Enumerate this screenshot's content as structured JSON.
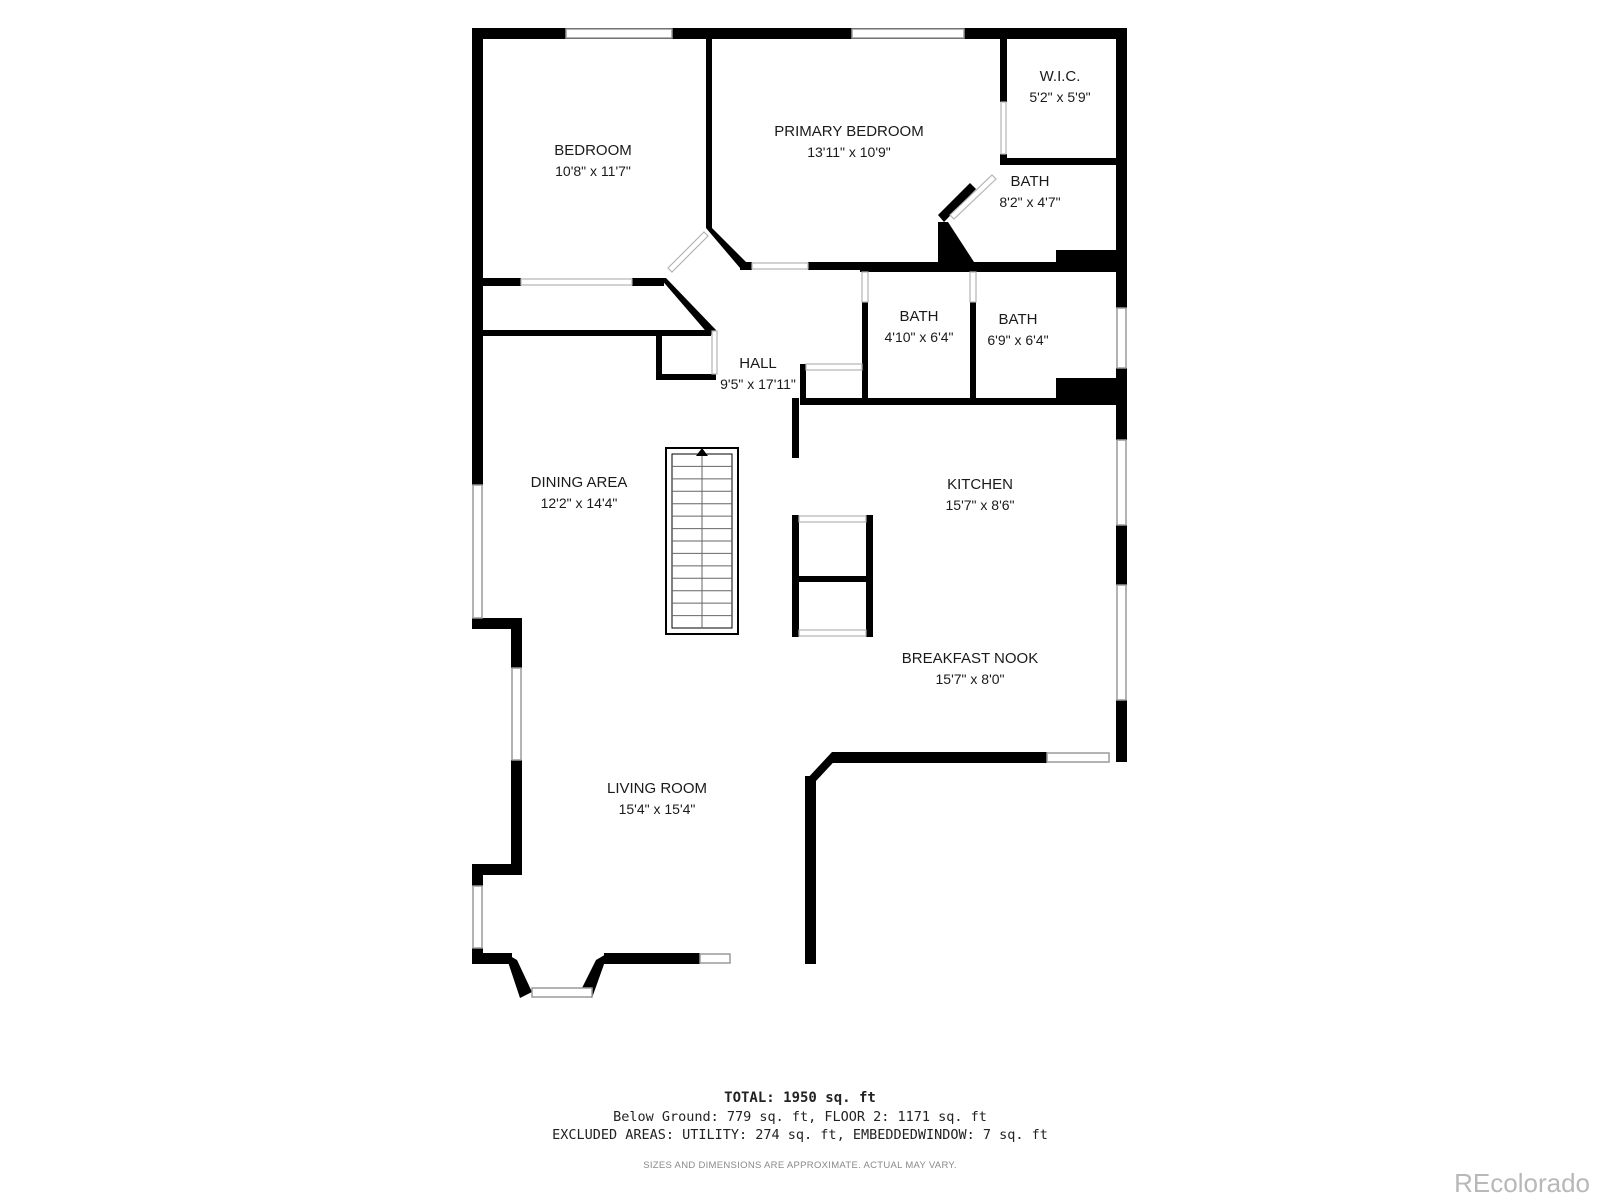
{
  "rooms": {
    "bedroom": {
      "name": "BEDROOM",
      "dims": "10'8\" x 11'7\""
    },
    "primary_bedroom": {
      "name": "PRIMARY BEDROOM",
      "dims": "13'11\" x 10'9\""
    },
    "wic": {
      "name": "W.I.C.",
      "dims": "5'2\" x 5'9\""
    },
    "bath_primary": {
      "name": "BATH",
      "dims": "8'2\" x 4'7\""
    },
    "bath_hall_1": {
      "name": "BATH",
      "dims": "4'10\" x 6'4\""
    },
    "bath_hall_2": {
      "name": "BATH",
      "dims": "6'9\" x 6'4\""
    },
    "hall": {
      "name": "HALL",
      "dims": "9'5\" x 17'11\""
    },
    "dining_area": {
      "name": "DINING AREA",
      "dims": "12'2\" x 14'4\""
    },
    "kitchen": {
      "name": "KITCHEN",
      "dims": "15'7\" x 8'6\""
    },
    "breakfast_nook": {
      "name": "BREAKFAST NOOK",
      "dims": "15'7\" x 8'0\""
    },
    "living_room": {
      "name": "LIVING ROOM",
      "dims": "15'4\" x 15'4\""
    }
  },
  "summary": {
    "total": "TOTAL: 1950 sq. ft",
    "line1": "Below Ground: 779 sq. ft, FLOOR 2: 1171 sq. ft",
    "line2": "EXCLUDED AREAS: UTILITY: 274 sq. ft, EMBEDDEDWINDOW: 7 sq. ft"
  },
  "disclaimer": "SIZES AND DIMENSIONS ARE APPROXIMATE. ACTUAL MAY VARY.",
  "brand": "REcolorado",
  "colors": {
    "wall": "#000000",
    "window_frame": "#9a9a9a",
    "background": "#ffffff",
    "brand_text": "#b8b8b8"
  }
}
